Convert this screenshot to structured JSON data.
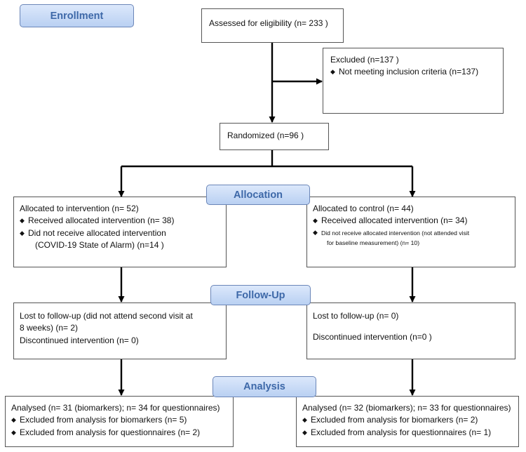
{
  "stages": {
    "enrollment": "Enrollment",
    "allocation": "Allocation",
    "follow_up": "Follow-Up",
    "analysis": "Analysis"
  },
  "assessed": "Assessed for eligibility (n= 233 )",
  "excluded": {
    "title": "Excluded  (n=137  )",
    "bullets": [
      "Not meeting inclusion criteria (n=137)"
    ]
  },
  "randomized": "Randomized (n=96 )",
  "intervention_alloc": {
    "title": "Allocated to intervention (n= 52)",
    "bullet1": "Received allocated intervention (n= 38)",
    "bullet2": "Did not receive allocated intervention",
    "bullet2_cont": "(COVID-19 State of Alarm) (n=14  )"
  },
  "control_alloc": {
    "title": "Allocated to control (n= 44)",
    "bullet1": "Received allocated intervention (n= 34)",
    "bullet2": "Did not receive allocated intervention (not attended visit",
    "bullet2_cont": "for baseline measurement) (n= 10)"
  },
  "intervention_followup": {
    "line1": "Lost to follow-up (did not attend second visit at",
    "line2": "8 weeks) (n= 2)",
    "line3": "Discontinued intervention (n= 0)"
  },
  "control_followup": {
    "line1": "Lost to follow-up (n= 0)",
    "line2": "Discontinued intervention (n=0 )"
  },
  "intervention_analysis": {
    "title": "Analysed (n= 31 (biomarkers); n= 34 for questionnaires)",
    "bullets": [
      "Excluded from analysis for biomarkers (n= 5)",
      "Excluded from analysis for questionnaires (n= 2)"
    ]
  },
  "control_analysis": {
    "title": "Analysed (n= 32 (biomarkers); n= 33 for questionnaires)",
    "bullets": [
      "Excluded from analysis for biomarkers (n= 2)",
      "Excluded from analysis for questionnaires (n= 1)"
    ]
  }
}
